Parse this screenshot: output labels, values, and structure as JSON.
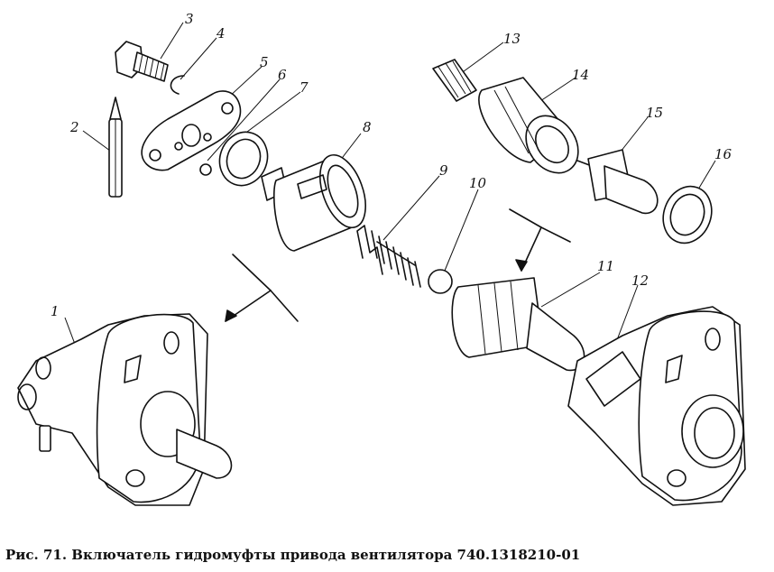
{
  "caption": "Рис. 71. Включатель гидромуфты привода вентилятора 740.1318210-01",
  "part_labels": [
    "1",
    "2",
    "3",
    "4",
    "5",
    "6",
    "7",
    "8",
    "9",
    "10",
    "11",
    "12",
    "13",
    "14",
    "15",
    "16"
  ]
}
